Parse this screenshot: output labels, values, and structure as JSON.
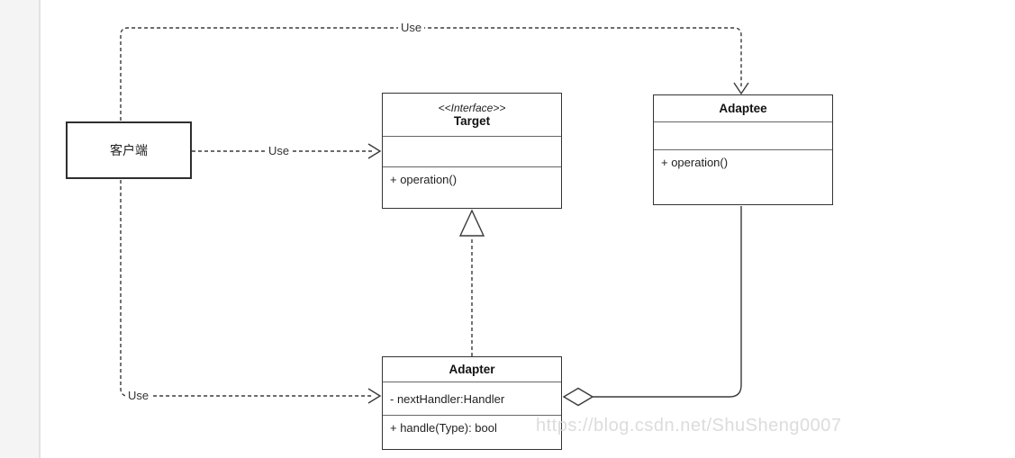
{
  "diagram": {
    "title_hint": "Adapter pattern UML class diagram",
    "classes": {
      "client": {
        "name": "客户端"
      },
      "target": {
        "stereotype": "<<Interface>>",
        "name": "Target",
        "attributes": "",
        "method": "+ operation()"
      },
      "adaptee": {
        "name": "Adaptee",
        "attributes": "",
        "method": "+ operation()"
      },
      "adapter": {
        "name": "Adapter",
        "attribute": "- nextHandler:Handler",
        "method": "+ handle(Type): bool"
      }
    },
    "edges": {
      "use_top_label": "Use",
      "use_middle_label": "Use",
      "use_bottom_label": "Use",
      "realization": "Adapter implements Target",
      "aggregation": "Adapter aggregates Adaptee"
    },
    "watermark": "https://blog.csdn.net/ShuSheng0007",
    "colors": {
      "line": "#3a3a3a",
      "box_border": "#333333",
      "section_divider": "#666666",
      "text": "#1f1f1f",
      "watermark": "#dcdcdc",
      "canvas": "#ffffff",
      "gutter": "#f4f4f4"
    }
  }
}
